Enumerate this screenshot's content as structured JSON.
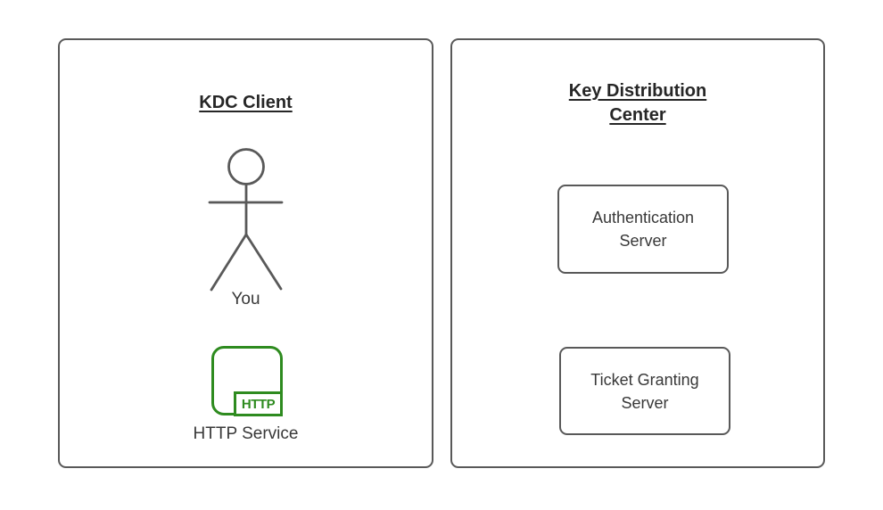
{
  "client_panel": {
    "title": "KDC Client",
    "actor_label": "You",
    "service_label": "HTTP Service",
    "service_badge": "HTTP"
  },
  "kdc_panel": {
    "title": "Key Distribution Center",
    "servers": [
      {
        "label": "Authentication Server"
      },
      {
        "label": "Ticket Granting Server"
      }
    ]
  },
  "icons": {
    "actor": "stick-figure-person-icon",
    "service": "http-rounded-square-icon"
  },
  "colors": {
    "stroke": "#595959",
    "label_text": "#383838",
    "title_text": "#262626",
    "service_green": "#2e8b1f",
    "background": "#ffffff"
  }
}
